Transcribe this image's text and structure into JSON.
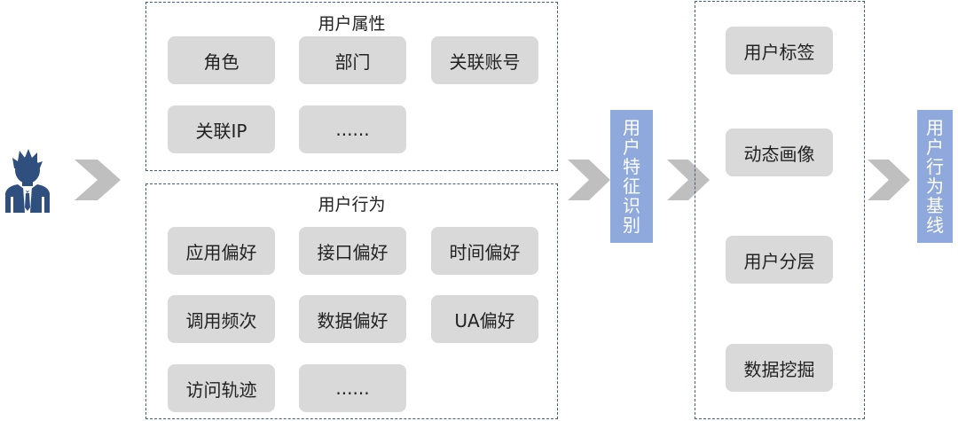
{
  "user_attributes": {
    "title": "用户属性",
    "items": [
      "角色",
      "部门",
      "关联账号",
      "关联IP",
      "......"
    ]
  },
  "user_behaviors": {
    "title": "用户行为",
    "items": [
      "应用偏好",
      "接口偏好",
      "时间偏好",
      "调用频次",
      "数据偏好",
      "UA偏好",
      "访问轨迹",
      "......"
    ]
  },
  "feature_recognition": {
    "label": "用户特征识别"
  },
  "outputs": {
    "items": [
      "用户标签",
      "动态画像",
      "用户分层",
      "数据挖掘"
    ]
  },
  "baseline": {
    "label": "用户行为基线"
  },
  "icons": {
    "user": "user-avatar-icon",
    "arrow": "chevron-right-icon"
  },
  "colors": {
    "dashed_border": "#3f5c84",
    "pill_bg": "#d9d9d9",
    "vertical_label_bg": "#8fa9dc",
    "chevron": "#bfbfbf",
    "user_icon": "#2f4f7f"
  }
}
